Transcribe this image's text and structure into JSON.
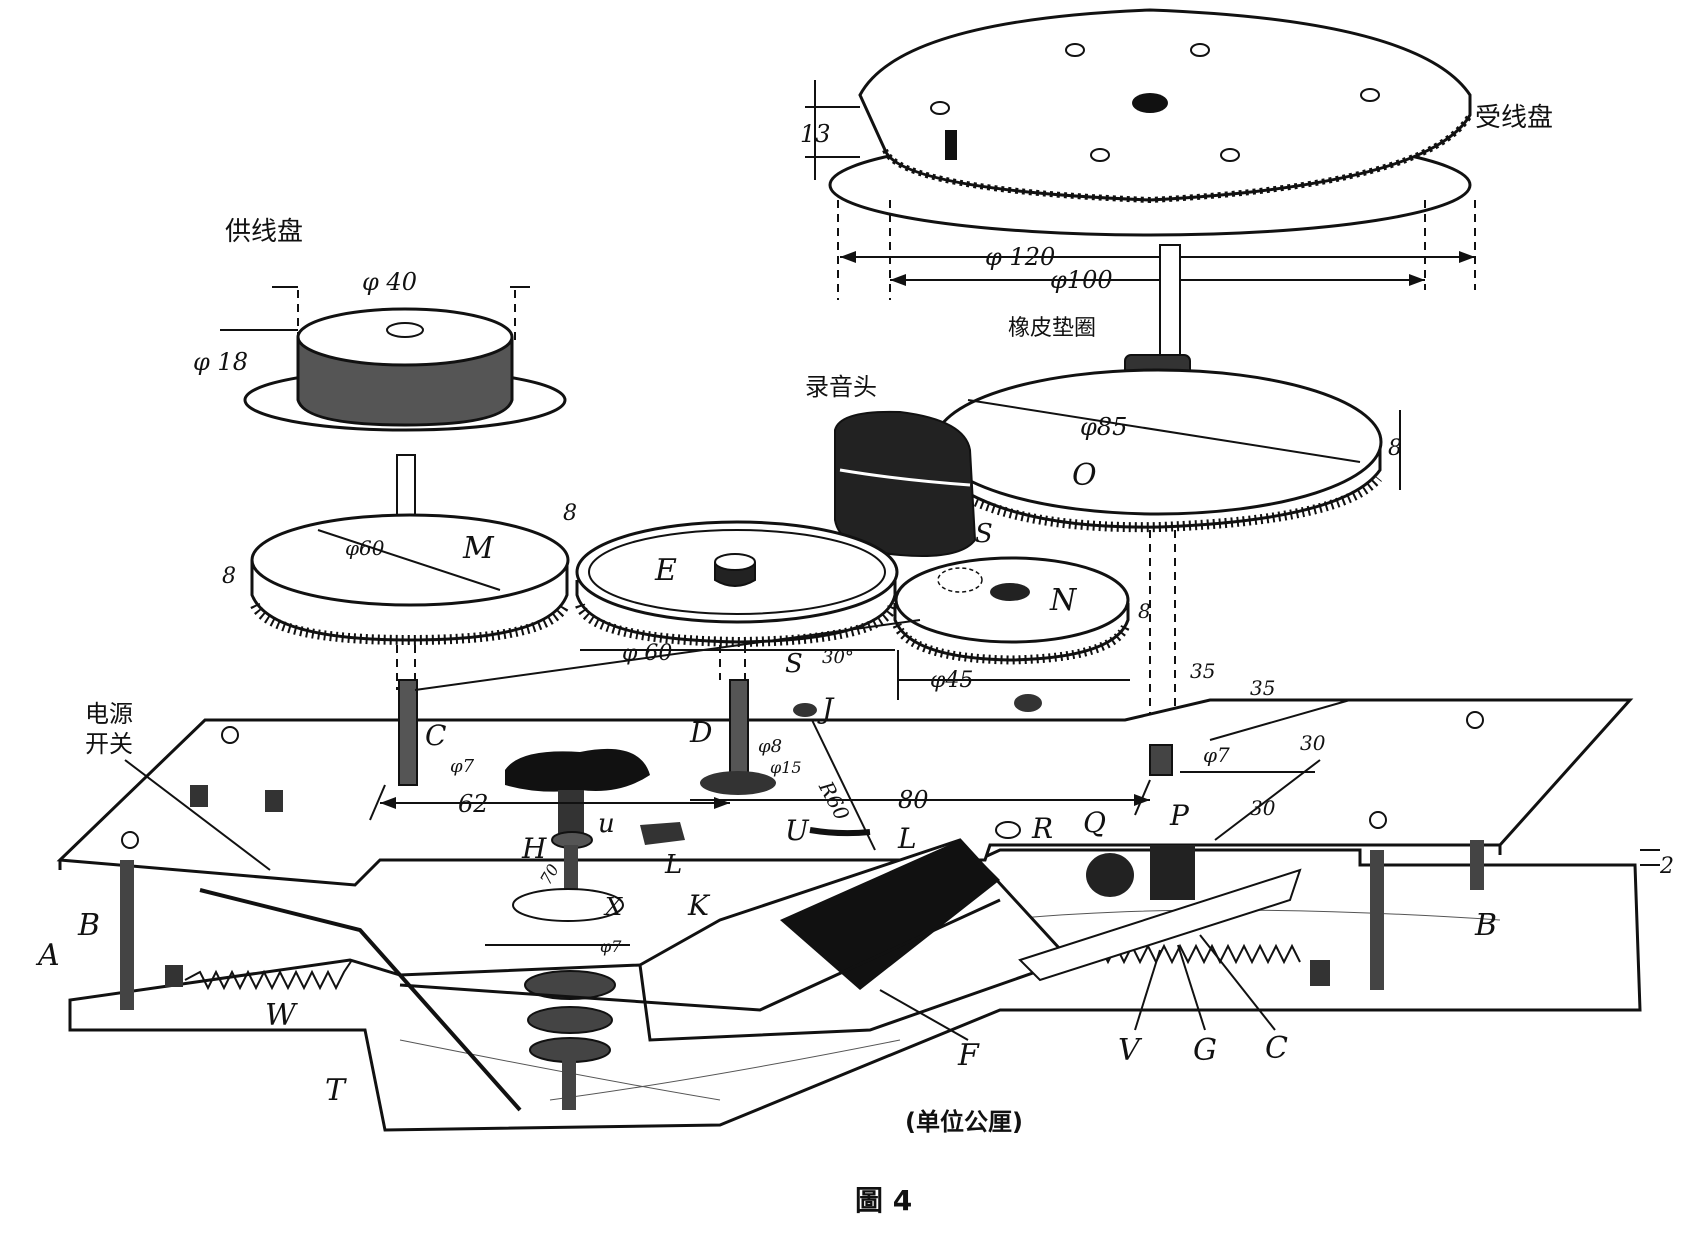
{
  "labels": {
    "supply_reel": "供线盘",
    "takeup_reel": "受线盘",
    "rubber_washer": "橡皮垫圈",
    "record_head": "录音头",
    "power_switch_1": "电源",
    "power_switch_2": "开关",
    "units": "(单位公厘)",
    "caption": "圖 4"
  },
  "parts": {
    "A": "A",
    "B_left": "B",
    "B_right": "B",
    "C_shaft": "C",
    "C_right": "C",
    "D": "D",
    "E": "E",
    "F": "F",
    "G": "G",
    "H": "H",
    "J": "J",
    "K": "K",
    "L1": "L",
    "L2": "L",
    "M": "M",
    "N": "N",
    "O": "O",
    "P": "P",
    "Q": "Q",
    "R": "R",
    "S1": "S",
    "S2": "S",
    "T": "T",
    "U1": "u",
    "U2": "U",
    "V": "V",
    "W": "W",
    "X": "X"
  },
  "dimensions": {
    "d13": "13",
    "phi120": "φ 120",
    "phi100": "φ100",
    "phi40": "φ 40",
    "phi18": "φ 18",
    "phi85": "φ85",
    "d8_o": "8",
    "phi60_m": "φ60",
    "d8_m1": "8",
    "d8_m2": "8",
    "phi60_e": "φ 60",
    "s30": "30°",
    "phi45": "φ45",
    "d8_n": "8",
    "d35a": "35",
    "d35b": "35",
    "phi7_c": "φ7",
    "phi8": "φ8",
    "phi15": "φ15",
    "r60": "R60",
    "phi7_r": "φ7",
    "d30a": "30",
    "d30b": "30",
    "d62": "62",
    "d80": "80",
    "d70": "70",
    "phi7_h": "φ7",
    "d2": "2"
  }
}
